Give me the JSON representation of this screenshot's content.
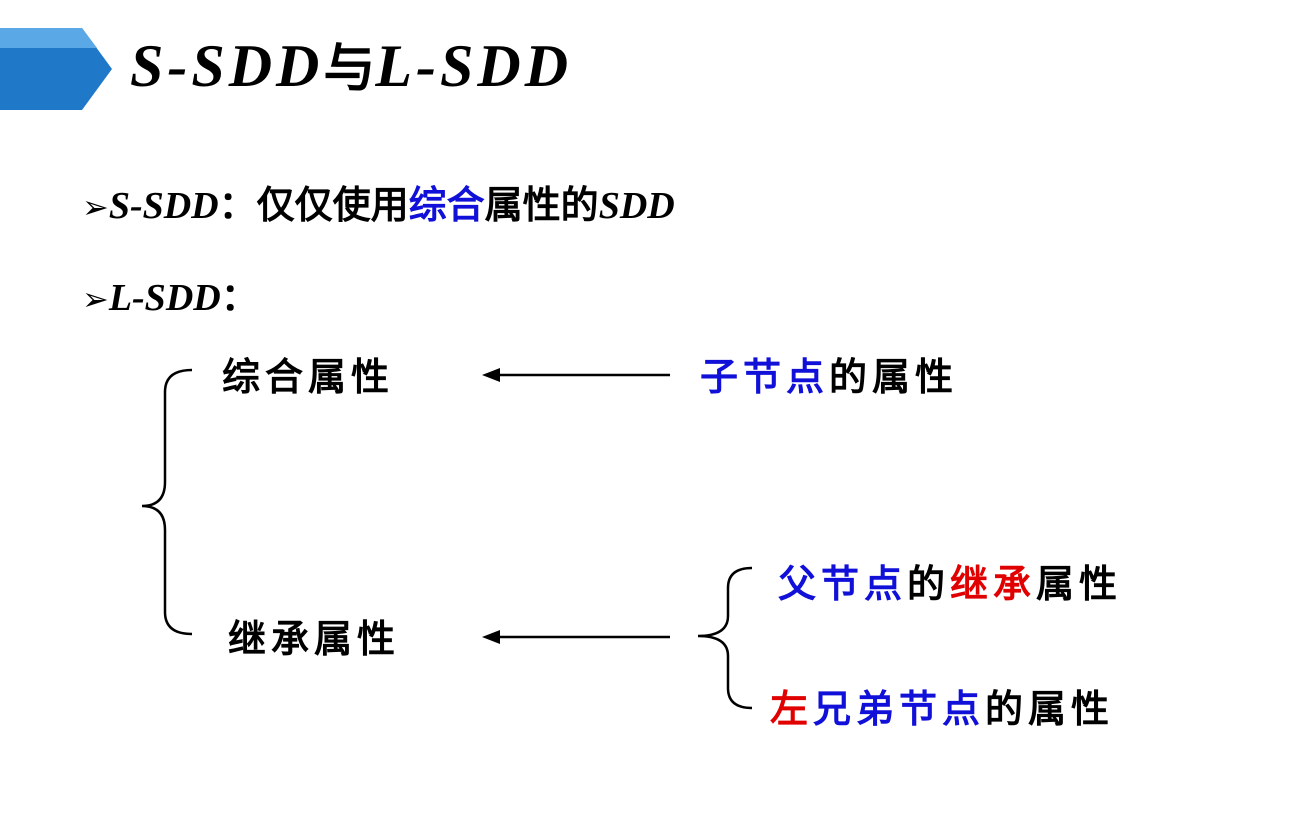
{
  "title": {
    "left": "S-SDD",
    "mid": "与",
    "right": "L-SDD"
  },
  "bullets": {
    "mark": "➢",
    "s_sdd": {
      "term": "S-SDD",
      "colon": "：",
      "pre": "仅仅使用",
      "highlight": "综合",
      "post": "属性的",
      "tail": "SDD"
    },
    "l_sdd": {
      "term": "L-SDD",
      "colon": "："
    }
  },
  "diagram": {
    "synthesized": {
      "label": "综合属性",
      "source_highlight": "子节点",
      "source_rest": "的属性"
    },
    "inherited": {
      "label": "继承属性",
      "source1_highlight": "父节点",
      "source1_mid": "的",
      "source1_red": "继承",
      "source1_rest": "属性",
      "source2_red": "左",
      "source2_highlight": "兄弟节点",
      "source2_rest": "的属性"
    }
  },
  "colors": {
    "banner_light": "#5aa9e6",
    "banner_dark": "#1f78c8",
    "highlight_blue": "#1010d8",
    "highlight_red": "#e00000"
  }
}
